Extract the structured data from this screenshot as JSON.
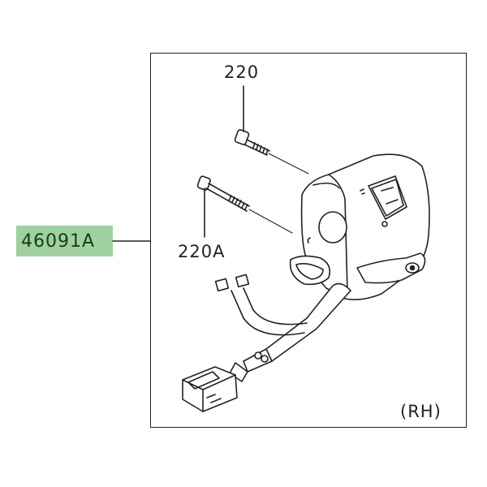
{
  "diagram": {
    "part_number": "46091A",
    "callouts": [
      {
        "label": "220"
      },
      {
        "label": "220A"
      }
    ],
    "side_label": "(RH)",
    "highlight_color": "#9fd0a0"
  }
}
